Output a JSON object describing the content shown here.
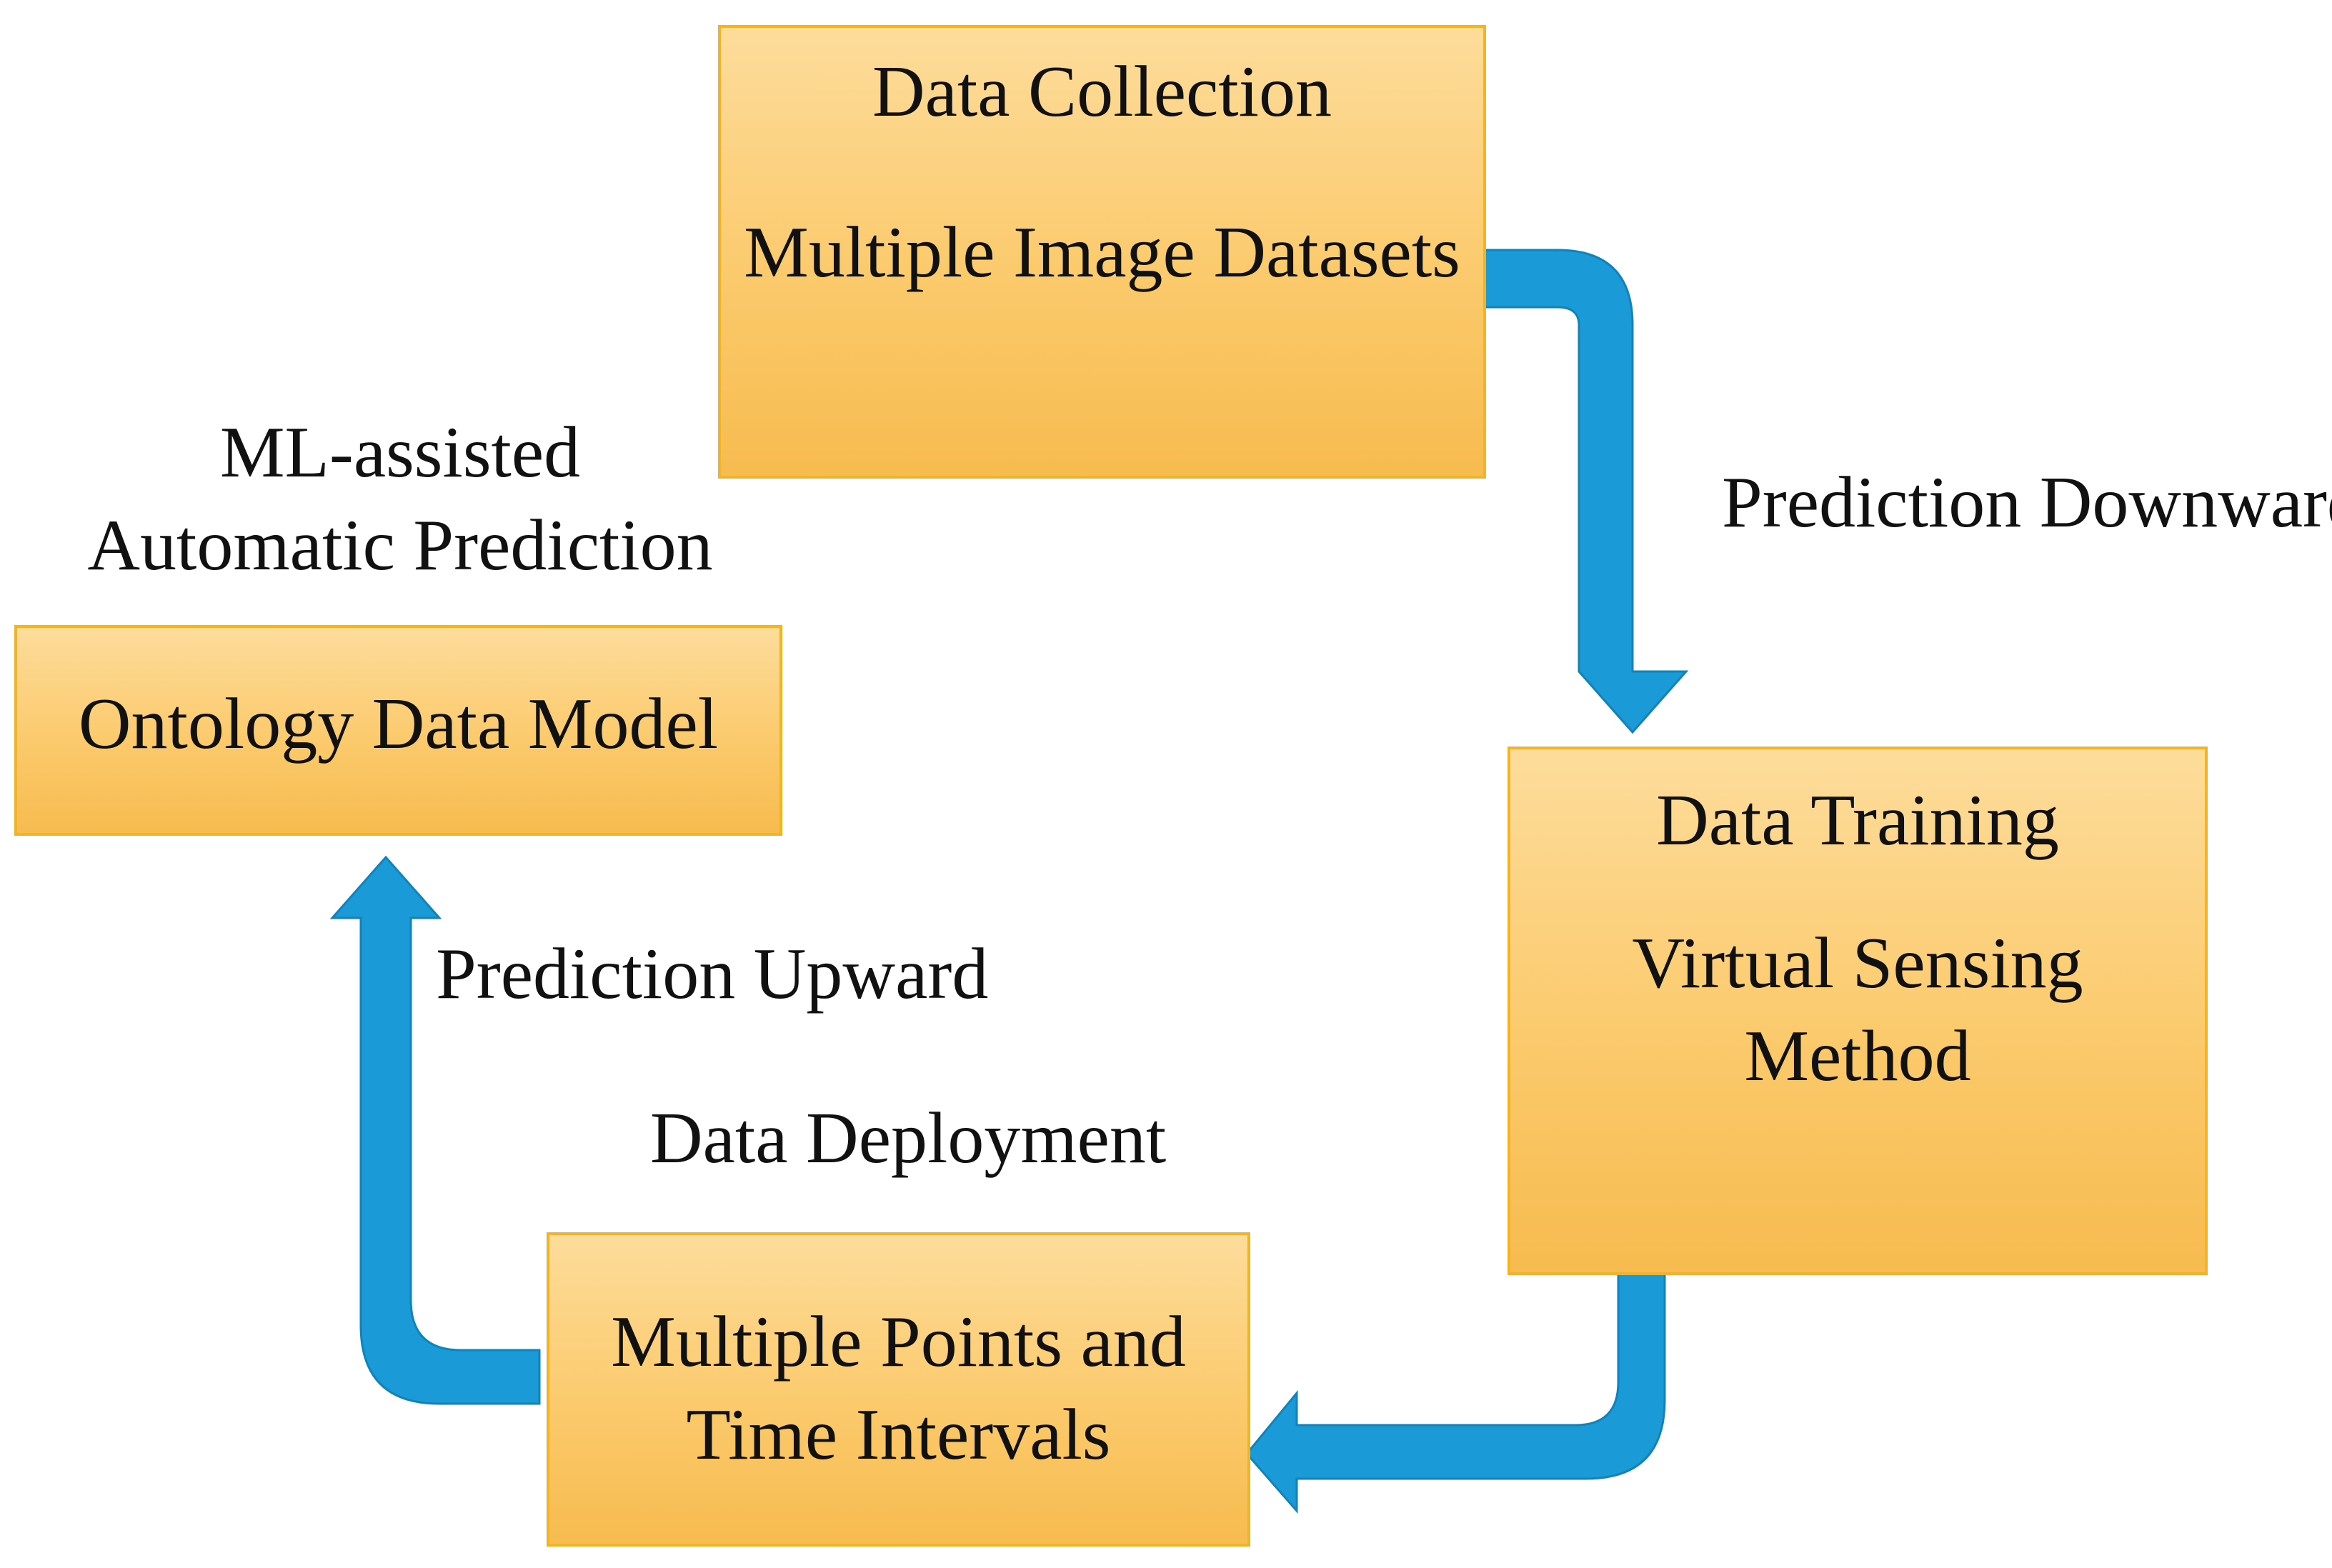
{
  "colors": {
    "box_fill": "#fbca6c",
    "box_border": "#f2b327",
    "arrow": "#1a9ad6"
  },
  "boxes": {
    "data_collection": {
      "title": "Data Collection",
      "body": "Multiple Image Datasets"
    },
    "data_training": {
      "title": "Data Training",
      "body_line1": "Virtual Sensing",
      "body_line2": "Method"
    },
    "data_deployment": {
      "line1": "Multiple Points and",
      "line2": "Time Intervals"
    },
    "ontology": {
      "title": "Ontology Data Model"
    }
  },
  "labels": {
    "prediction_downward": "Prediction Downward",
    "prediction_upward": "Prediction Upward",
    "data_deployment": "Data Deployment",
    "ml_line1": "ML-assisted",
    "ml_line2": "Automatic Prediction"
  }
}
